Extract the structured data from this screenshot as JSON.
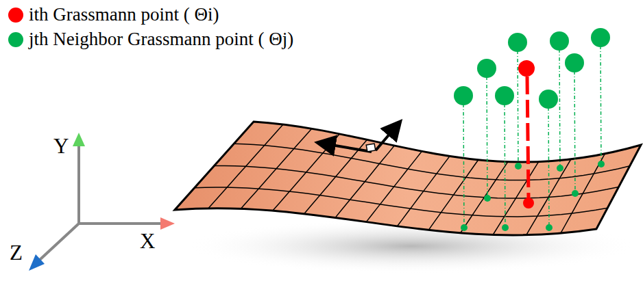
{
  "diagram": {
    "labels": [
      "Y",
      "X",
      "Z"
    ],
    "legend": [
      {
        "text": "ith Grassmann point ( Θi)",
        "color": "#ff0000"
      },
      {
        "text": "jth Neighbor Grassmann point ( Θj)",
        "color": "#00b050"
      }
    ]
  }
}
